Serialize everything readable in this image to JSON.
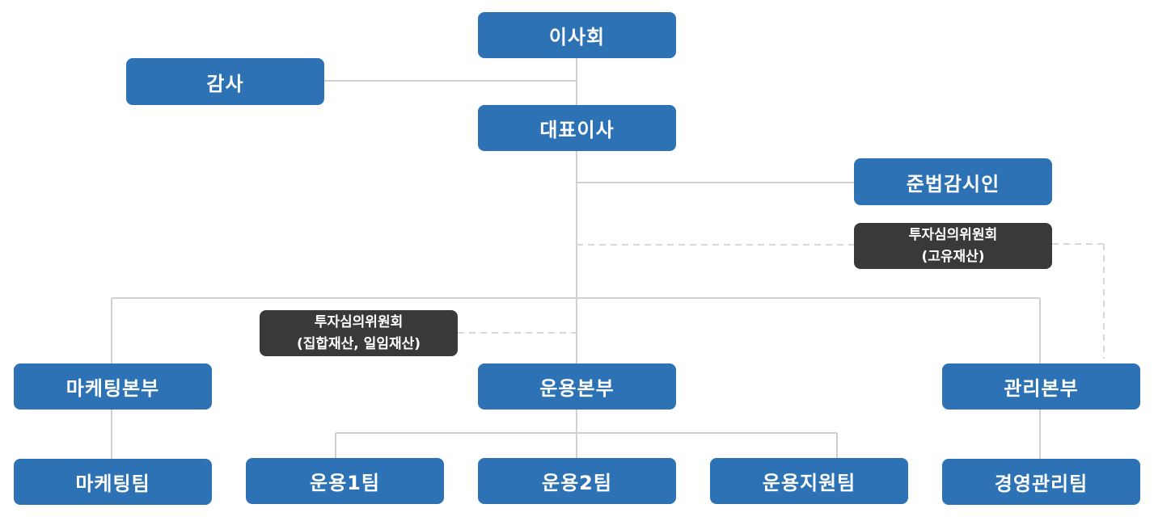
{
  "org_chart": {
    "board": "이사회",
    "auditor": "감사",
    "ceo": "대표이사",
    "compliance_officer": "준법감시인",
    "committee_proprietary": {
      "line1": "투자심의위원회",
      "line2": "(고유재산)"
    },
    "committee_collective": {
      "line1": "투자심의위원회",
      "line2": "(집합재산, 일임재산)"
    },
    "divisions": {
      "marketing": "마케팅본부",
      "operations": "운용본부",
      "management": "관리본부"
    },
    "teams": {
      "marketing_team": "마케팅팀",
      "operations_1": "운용1팀",
      "operations_2": "운용2팀",
      "operations_support": "운용지원팀",
      "business_management": "경영관리팀"
    }
  },
  "colors": {
    "box_blue": "#2e72b6",
    "box_dark": "#3a3938",
    "connector": "#d0d0d0"
  }
}
